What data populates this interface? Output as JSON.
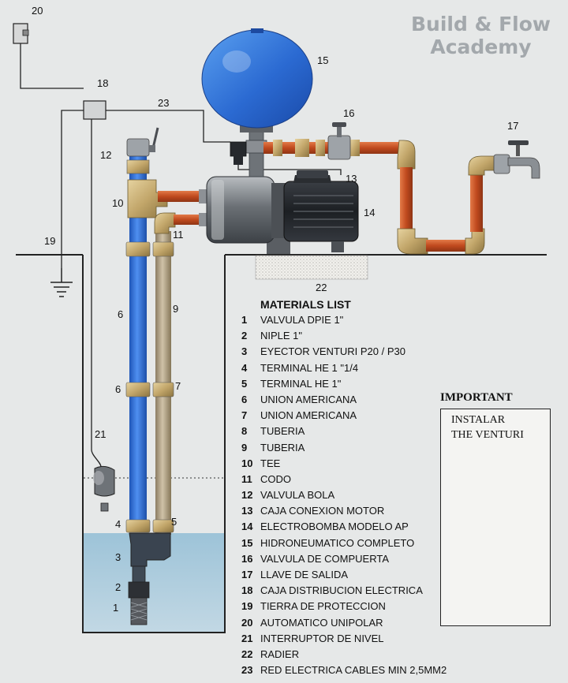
{
  "brand": {
    "line1": "Build & Flow",
    "line2": "Academy"
  },
  "labels": {
    "n1": "1",
    "n2": "2",
    "n3": "3",
    "n4": "4",
    "n5": "5",
    "n6a": "6",
    "n6b": "6",
    "n7": "7",
    "n9": "9",
    "n10": "10",
    "n11": "11",
    "n12": "12",
    "n13": "13",
    "n14": "14",
    "n15": "15",
    "n16": "16",
    "n17": "17",
    "n18": "18",
    "n19": "19",
    "n20": "20",
    "n21": "21",
    "n22": "22",
    "n23": "23"
  },
  "materials": {
    "title": "MATERIALS LIST",
    "items": [
      {
        "n": "1",
        "text": "VALVULA DPIE 1\""
      },
      {
        "n": "2",
        "text": "NIPLE 1\""
      },
      {
        "n": "3",
        "text": "EYECTOR VENTURI P20 / P30"
      },
      {
        "n": "4",
        "text": "TERMINAL HE 1 \"1/4"
      },
      {
        "n": "5",
        "text": "TERMINAL HE 1\""
      },
      {
        "n": "6",
        "text": "UNION AMERICANA"
      },
      {
        "n": "7",
        "text": "UNION AMERICANA"
      },
      {
        "n": "8",
        "text": "TUBERIA"
      },
      {
        "n": "9",
        "text": "TUBERIA"
      },
      {
        "n": "10",
        "text": "TEE"
      },
      {
        "n": "11",
        "text": "CODO"
      },
      {
        "n": "12",
        "text": "VALVULA BOLA"
      },
      {
        "n": "13",
        "text": "CAJA CONEXION MOTOR"
      },
      {
        "n": "14",
        "text": "ELECTROBOMBA MODELO AP"
      },
      {
        "n": "15",
        "text": "HIDRONEUMATICO COMPLETO"
      },
      {
        "n": "16",
        "text": "VALVULA DE COMPUERTA"
      },
      {
        "n": "17",
        "text": "LLAVE DE SALIDA"
      },
      {
        "n": "18",
        "text": "CAJA DISTRIBUCION ELECTRICA"
      },
      {
        "n": "19",
        "text": "TIERRA DE PROTECCION"
      },
      {
        "n": "20",
        "text": "AUTOMATICO UNIPOLAR"
      },
      {
        "n": "21",
        "text": "INTERRUPTOR DE NIVEL"
      },
      {
        "n": "22",
        "text": "RADIER"
      },
      {
        "n": "23",
        "text": "RED ELECTRICA CABLES MIN 2,5MM2"
      }
    ]
  },
  "important": {
    "title": "IMPORTANT",
    "line1": "INSTALAR",
    "line2": "THE VENTURI"
  },
  "colors": {
    "water": "#a8c8da",
    "blue_pipe": "#3d78d6",
    "tan_pipe": "#b7a88d",
    "copper": "#c8582c",
    "brass": "#c9b07a",
    "tank": "#2f6fd6"
  }
}
